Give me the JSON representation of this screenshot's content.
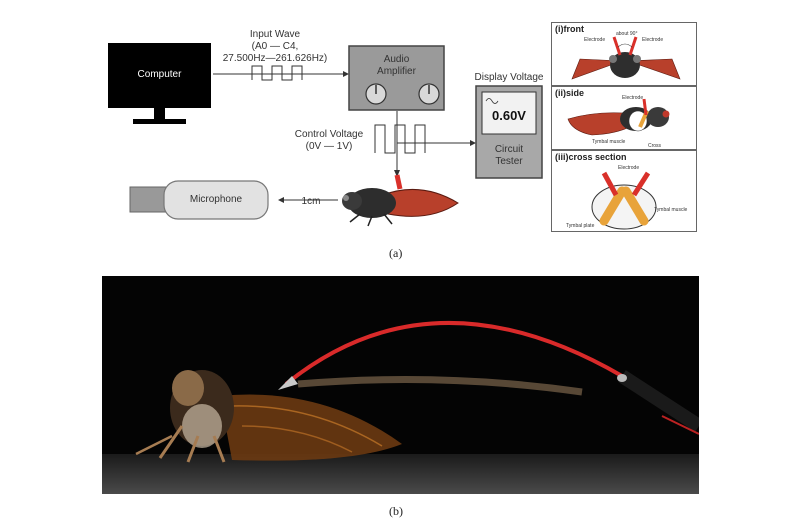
{
  "diagram": {
    "computer_label": "Computer",
    "input_wave_title": "Input Wave",
    "input_wave_range": "(A0 — C4,",
    "input_wave_freq": "27.500Hz—261.626Hz)",
    "amplifier_label_1": "Audio",
    "amplifier_label_2": "Amplifier",
    "display_voltage_title": "Display Voltage",
    "display_value": "0.60V",
    "tester_label_1": "Circuit",
    "tester_label_2": "Tester",
    "control_voltage_title": "Control Voltage",
    "control_voltage_range": "(0V — 1V)",
    "microphone_label": "Microphone",
    "distance_label": "1cm",
    "caption_a": "(a)"
  },
  "panels": {
    "front": {
      "title": "(i)front",
      "label_about": "about 90°",
      "label_electrode_left": "Electrode",
      "label_electrode_right": "Electrode"
    },
    "side": {
      "title": "(ii)side",
      "label_electrode": "Electrode",
      "label_tymbal": "Tymbal muscle",
      "label_cross": "Cross"
    },
    "cross_section": {
      "title": "(iii)cross section",
      "label_electrode": "Electrode",
      "label_tymbal_muscle": "Tymbal muscle",
      "label_tymbal_plate": "Tymbal plate"
    }
  },
  "photo": {
    "caption_b": "(b)"
  },
  "colors": {
    "electrode_red": "#d9302a",
    "cicada_wing": "#b8402b",
    "muscle_orange": "#e8a33a",
    "device_gray": "#999999"
  }
}
